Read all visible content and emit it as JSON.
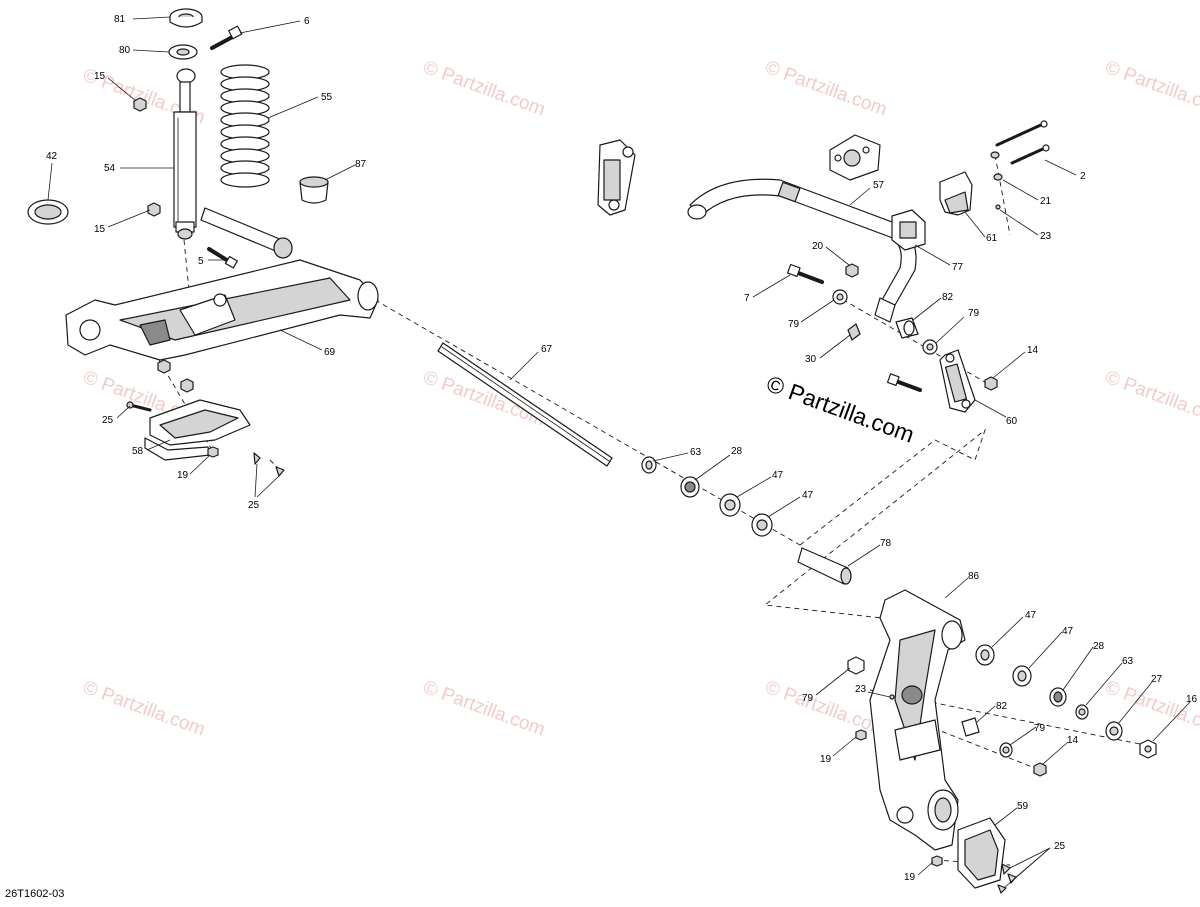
{
  "watermark": {
    "text": "© Partzilla.com",
    "color": "#e8a0a0"
  },
  "center_watermark": "© Partzilla.com",
  "drawing_code": "26T1602-03",
  "callouts": {
    "c81": "81",
    "c6": "6",
    "c80": "80",
    "c15a": "15",
    "c55": "55",
    "c42": "42",
    "c54": "54",
    "c87": "87",
    "c15b": "15",
    "c5": "5",
    "c69": "69",
    "c25a": "25",
    "c58": "58",
    "c19a": "19",
    "c25b": "25",
    "c67": "67",
    "c63a": "63",
    "c28a": "28",
    "c47a": "47",
    "c47b": "47",
    "c78": "78",
    "c57": "57",
    "c2": "2",
    "c21": "21",
    "c23a": "23",
    "c61": "61",
    "c77": "77",
    "c20": "20",
    "c7": "7",
    "c79a": "79",
    "c82a": "82",
    "c79b": "79",
    "c30": "30",
    "c14a": "14",
    "c60": "60",
    "c86": "86",
    "c47c": "47",
    "c47d": "47",
    "c28b": "28",
    "c63b": "63",
    "c27": "27",
    "c16": "16",
    "c79c": "79",
    "c23b": "23",
    "c82b": "82",
    "c79d": "79",
    "c14b": "14",
    "c19b": "19",
    "c59": "59",
    "c25c": "25",
    "c19c": "19"
  }
}
